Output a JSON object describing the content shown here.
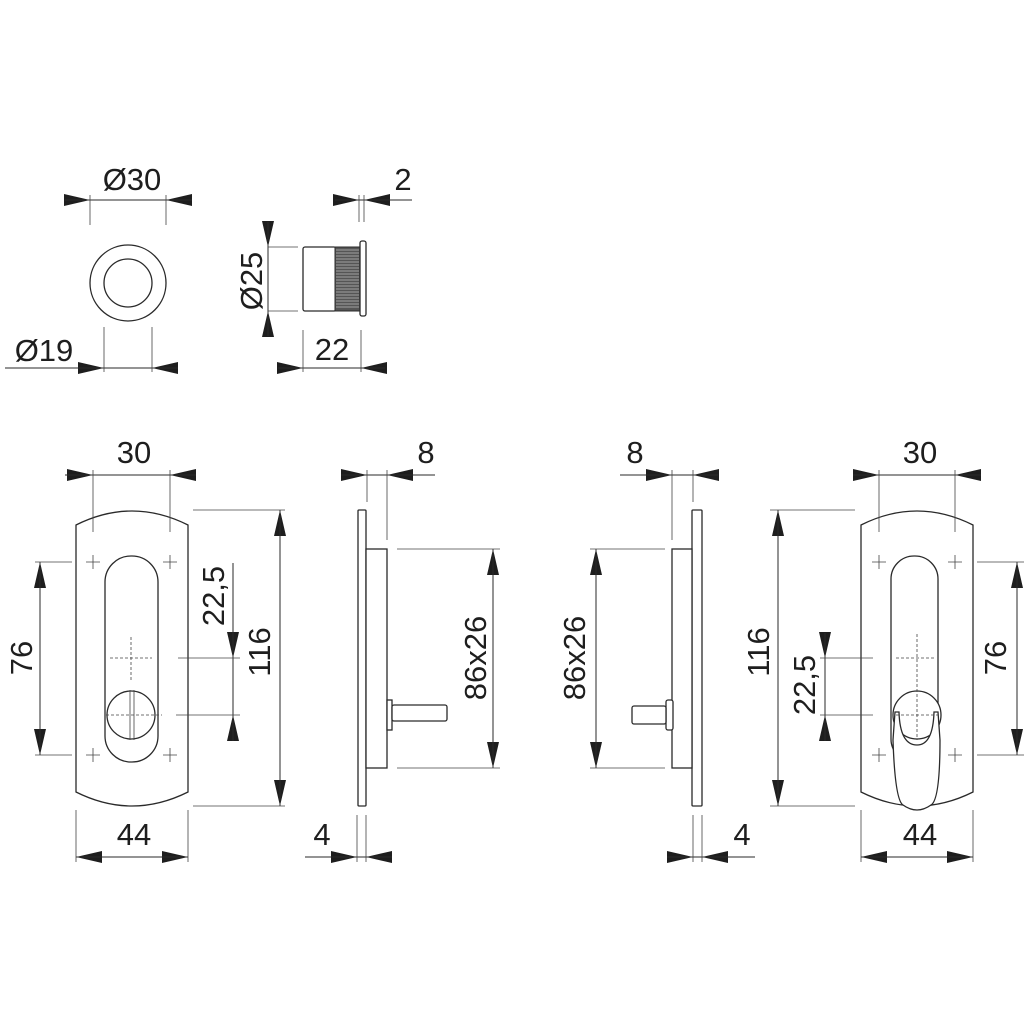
{
  "title": "Sliding door flush handle set — dimensioned drawing",
  "dimensions": {
    "cylinder_top_outer": "Ø30",
    "cylinder_top_inner": "Ø19",
    "cylinder_side_diameter": "Ø25",
    "cylinder_side_length": "22",
    "cylinder_side_flange": "2",
    "left_front_width_top": "30",
    "left_front_width_bottom": "44",
    "left_front_holes": "76",
    "left_front_height": "116",
    "left_front_offset": "22,5",
    "left_side_depth": "8",
    "left_side_plate": "4",
    "left_side_body": "86x26",
    "right_side_depth": "8",
    "right_side_plate": "4",
    "right_side_body": "86x26",
    "right_front_width_top": "30",
    "right_front_width_bottom": "44",
    "right_front_height": "116",
    "right_front_offset": "22,5",
    "right_front_holes": "76"
  },
  "colors": {
    "line": "#2a2a2a",
    "background": "#ffffff"
  }
}
